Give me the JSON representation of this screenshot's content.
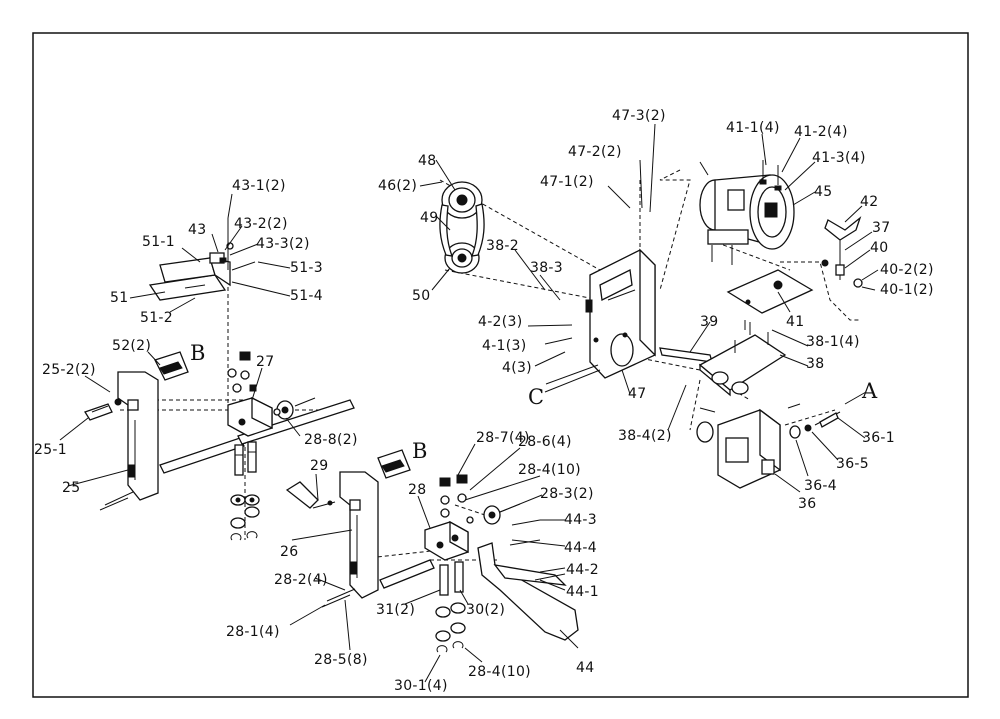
{
  "diagram": {
    "callouts": {
      "c48": "48",
      "c46": "46(2)",
      "c49": "49",
      "c50": "50",
      "c47_3": "47-3(2)",
      "c47_2": "47-2(2)",
      "c47_1": "47-1(2)",
      "c38_2": "38-2",
      "c38_3": "38-3",
      "c4_2": "4-2(3)",
      "c4_1": "4-1(3)",
      "c4": "4(3)",
      "c47": "47",
      "c39": "39",
      "c38_1": "38-1(4)",
      "c38": "38",
      "c38_4": "38-4(2)",
      "c41_1": "41-1(4)",
      "c41_2": "41-2(4)",
      "c41_3": "41-3(4)",
      "c45": "45",
      "c42": "42",
      "c37": "37",
      "c40": "40",
      "c40_2": "40-2(2)",
      "c40_1": "40-1(2)",
      "c41": "41",
      "c36_1": "36-1",
      "c36_5": "36-5",
      "c36_4": "36-4",
      "c36": "36",
      "c43_1": "43-1(2)",
      "c43": "43",
      "c43_2": "43-2(2)",
      "c43_3": "43-3(2)",
      "c51_1": "51-1",
      "c51_3": "51-3",
      "c51": "51",
      "c51_4": "51-4",
      "c51_2": "51-2",
      "c52": "52(2)",
      "c25_2": "25-2(2)",
      "c25_1": "25-1",
      "c25": "25",
      "c27": "27",
      "c28_8": "28-8(2)",
      "c28_7": "28-7(4)",
      "c28_6": "28-6(4)",
      "c28_4a": "28-4(10)",
      "c28_3": "28-3(2)",
      "c29": "29",
      "c28": "28",
      "c26": "26",
      "c44_3": "44-3",
      "c44_4": "44-4",
      "c44_2": "44-2",
      "c44_1": "44-1",
      "c28_2": "28-2(4)",
      "c28_1": "28-1(4)",
      "c31": "31(2)",
      "c30": "30(2)",
      "c28_5": "28-5(8)",
      "c44": "44",
      "c30_1": "30-1(4)",
      "c28_4b": "28-4(10)"
    },
    "refs": {
      "A": "A",
      "B1": "B",
      "B2": "B",
      "C": "C"
    }
  }
}
